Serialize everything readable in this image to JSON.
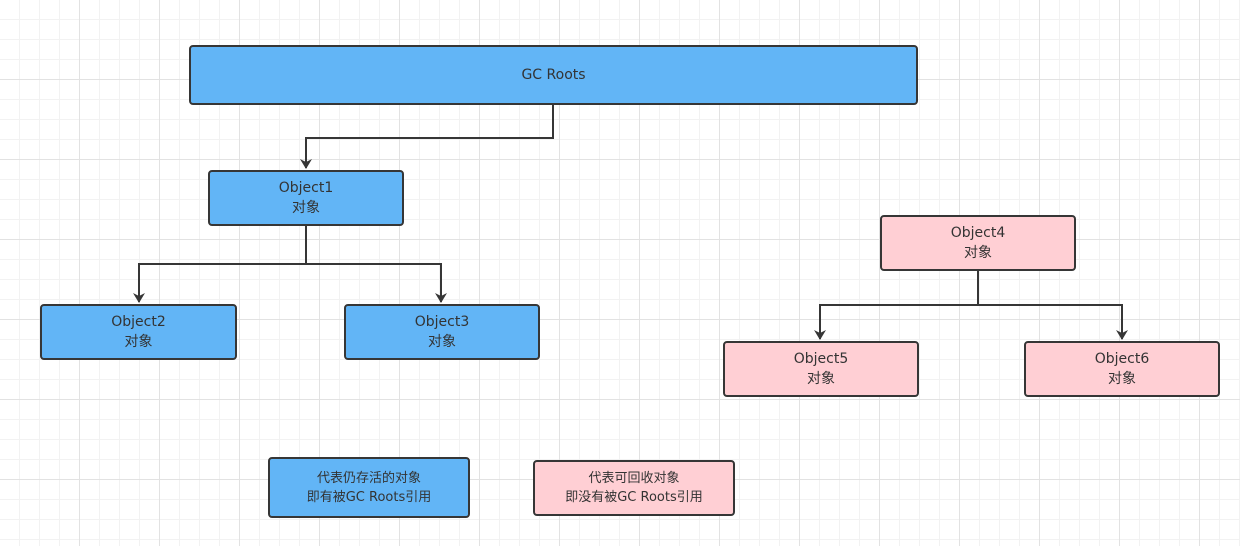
{
  "diagram": {
    "gc_roots": "GC Roots",
    "objects": {
      "obj1": {
        "name": "Object1",
        "sub": "对象"
      },
      "obj2": {
        "name": "Object2",
        "sub": "对象"
      },
      "obj3": {
        "name": "Object3",
        "sub": "对象"
      },
      "obj4": {
        "name": "Object4",
        "sub": "对象"
      },
      "obj5": {
        "name": "Object5",
        "sub": "对象"
      },
      "obj6": {
        "name": "Object6",
        "sub": "对象"
      }
    },
    "legend": {
      "alive": {
        "line1": "代表仍存活的对象",
        "line2": "即有被GC Roots引用"
      },
      "dead": {
        "line1": "代表可回收对象",
        "line2": "即没有被GC Roots引用"
      }
    },
    "colors": {
      "alive": "#62b5f6",
      "dead": "#ffcfd4",
      "border": "#363636",
      "connector": "#363636"
    }
  }
}
